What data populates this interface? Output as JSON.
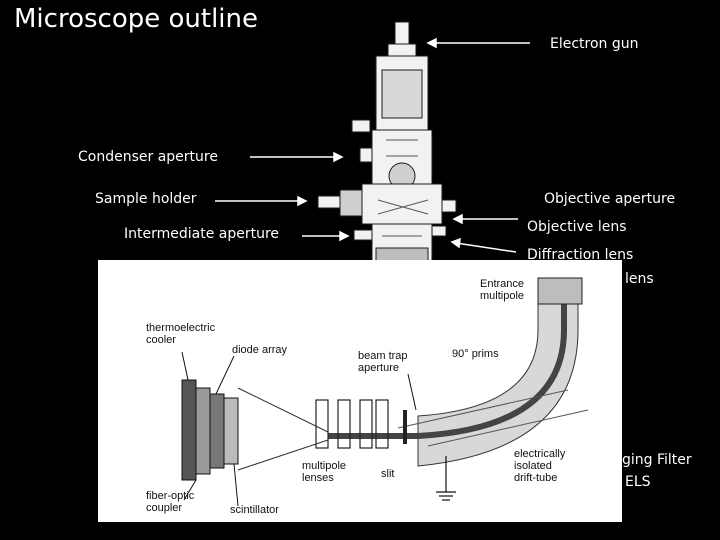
{
  "title": "Microscope outline",
  "labels": {
    "electron_gun": "Electron gun",
    "condenser_aperture": "Condenser aperture",
    "sample_holder": "Sample holder",
    "objective_aperture": "Objective aperture",
    "objective_lens": "Objective lens",
    "intermediate_aperture": "Intermediate aperture",
    "diffraction_lens": "Diffraction lens",
    "projector_lens_fragment": "lens",
    "imaging_filter_line1_fragment": "ging Filter",
    "imaging_filter_line2_fragment": "ELS"
  },
  "inset": {
    "entrance_multipole": "Entrance\nmultipole",
    "thermoelectric_cooler": "thermoelectric\ncooler",
    "diode_array": "diode array",
    "beam_trap_aperture": "beam trap\naperture",
    "prism_90": "90° prims",
    "multipole_lenses": "multipole\nlenses",
    "slit": "slit",
    "drift_tube": "electrically\nisolated\ndrift-tube",
    "fiber_optic_coupler": "fiber-optic\ncoupler",
    "scintillator": "scintillator"
  }
}
